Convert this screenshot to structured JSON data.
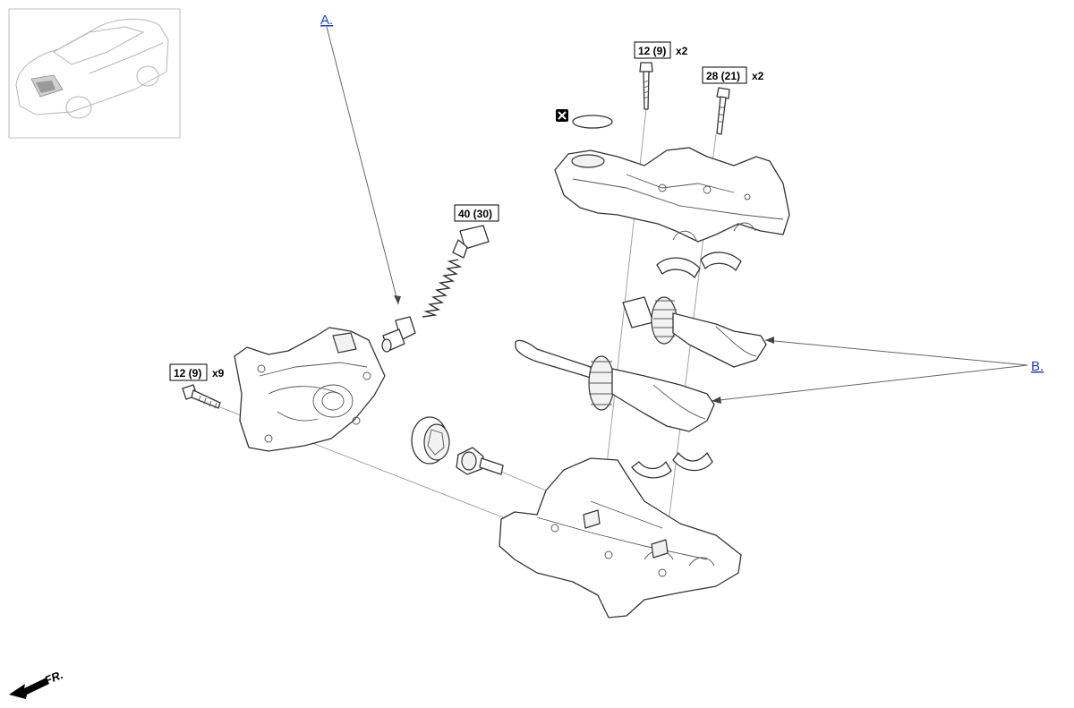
{
  "callouts": {
    "a": "A.",
    "b": "B."
  },
  "torques": {
    "upper_bolt_left": "12 (9)",
    "upper_bolt_left_qty": "x2",
    "upper_bolt_right": "28 (21)",
    "upper_bolt_right_qty": "x2",
    "relief_plug": "40 (30)",
    "pump_cover_bolt": "12 (9)",
    "pump_cover_bolt_qty": "x9"
  },
  "direction": "FR.",
  "icons": {
    "replace": "replace-part-icon",
    "front": "front-arrow-icon"
  }
}
